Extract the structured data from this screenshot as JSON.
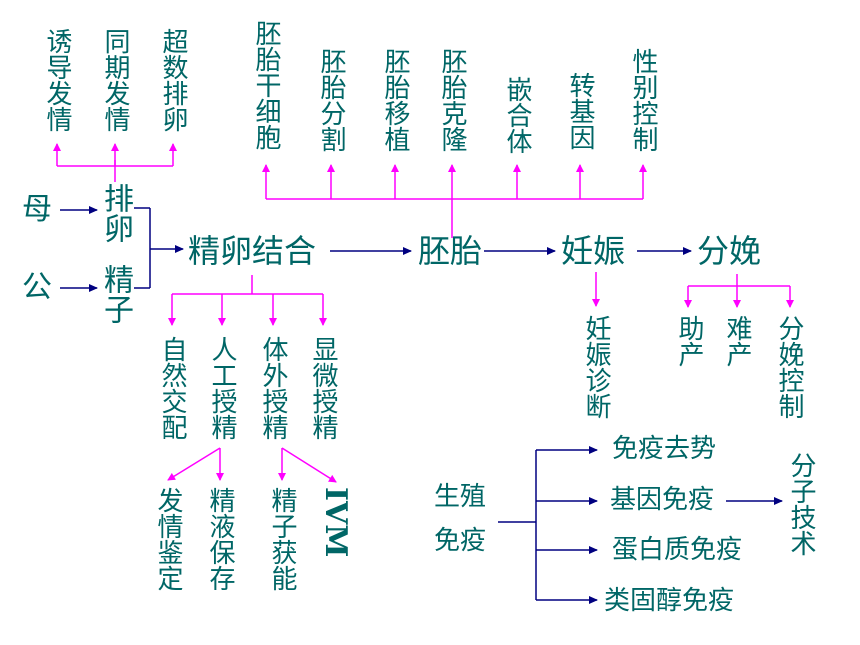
{
  "colors": {
    "text": "#006666",
    "pink_line": "#ff00ff",
    "navy_line": "#000080"
  },
  "mother": "母",
  "male": "公",
  "ovulation": "排卵",
  "sperm": "精子",
  "ovulation_techs": [
    "诱导发情",
    "同期发情",
    "超数排卵"
  ],
  "fertilization": "精卵结合",
  "fertilization_techs": [
    "自然交配",
    "人工授精",
    "体外授精",
    "显微授精"
  ],
  "ai_techs": [
    "发情鉴定",
    "精液保存",
    "精子获能"
  ],
  "ivm": "IVM",
  "embryo": "胚胎",
  "embryo_techs": [
    "胚胎干细胞",
    "胚胎分割",
    "胚胎移植",
    "胚胎克隆",
    "嵌合体",
    "转基因",
    "性别控制"
  ],
  "pregnancy": "妊娠",
  "pregnancy_tech": "妊娠诊断",
  "delivery": "分娩",
  "delivery_techs": [
    "助产",
    "难产",
    "分娩控制"
  ],
  "repro_immunity": [
    "生殖",
    "免疫"
  ],
  "immunity_types": [
    "免疫去势",
    "基因免疫",
    "蛋白质免疫",
    "类固醇免疫"
  ],
  "molecular_tech": "分子技术"
}
